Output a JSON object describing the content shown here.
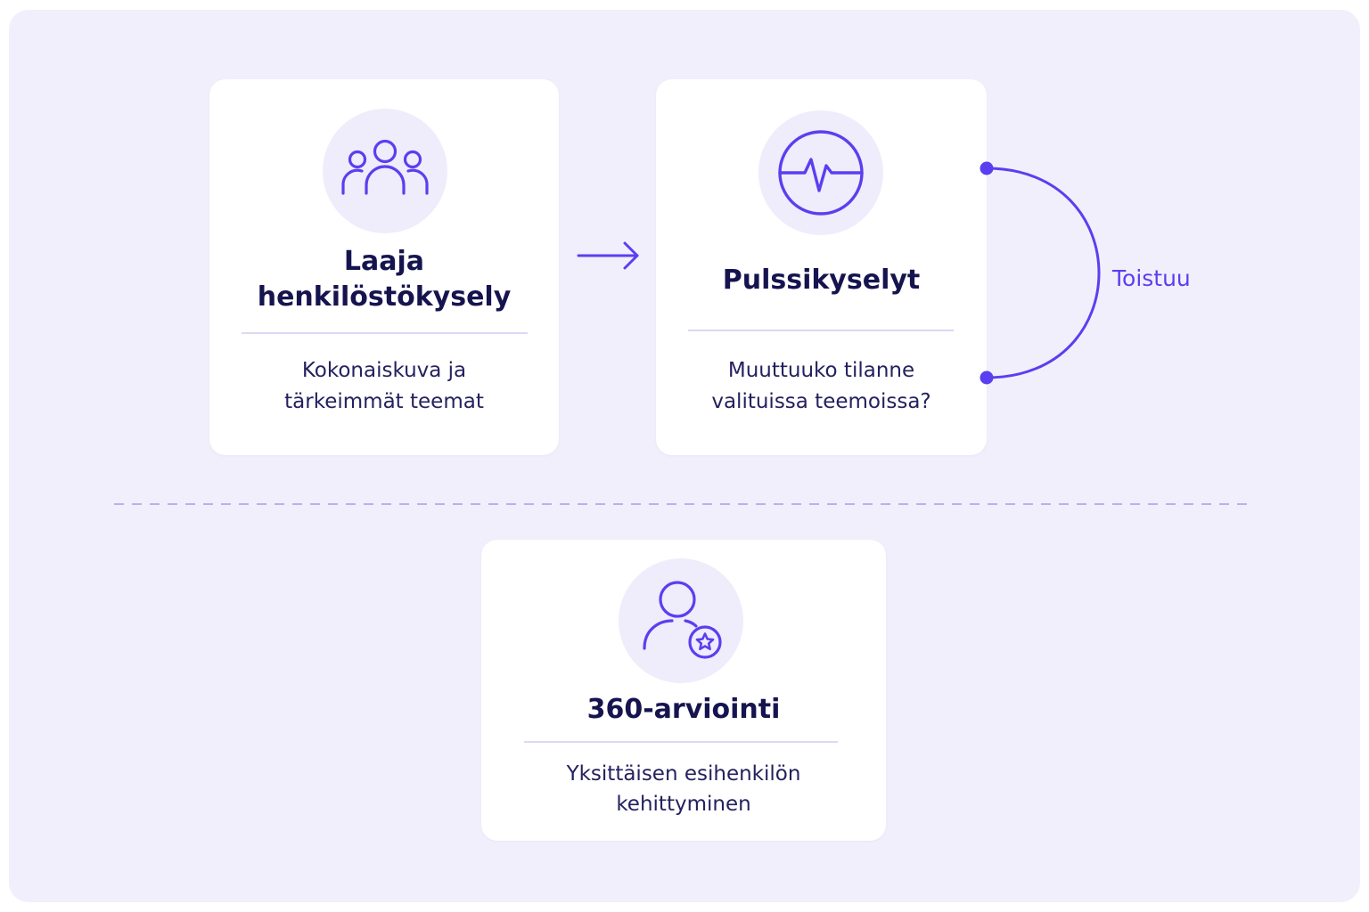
{
  "diagram": {
    "accent_color": "#5a3ff0",
    "title_color": "#16144f",
    "text_color": "#24215e",
    "background_color": "#f1effc"
  },
  "cards": {
    "survey": {
      "icon": "people-group-icon",
      "title": "Laaja\nhenkilöstökysely",
      "description": "Kokonaiskuva ja\ntärkeimmät teemat"
    },
    "pulse": {
      "icon": "heartbeat-pulse-icon",
      "title": "Pulssikyselyt",
      "description": "Muuttuuko tilanne\nvalituissa teemoissa?"
    },
    "review360": {
      "icon": "person-star-icon",
      "title": "360-arviointi",
      "description": "Yksittäisen esihenkilön\nkehittyminen"
    }
  },
  "connectors": {
    "arrow_icon": "arrow-right-icon",
    "loop_label": "Toistuu"
  }
}
